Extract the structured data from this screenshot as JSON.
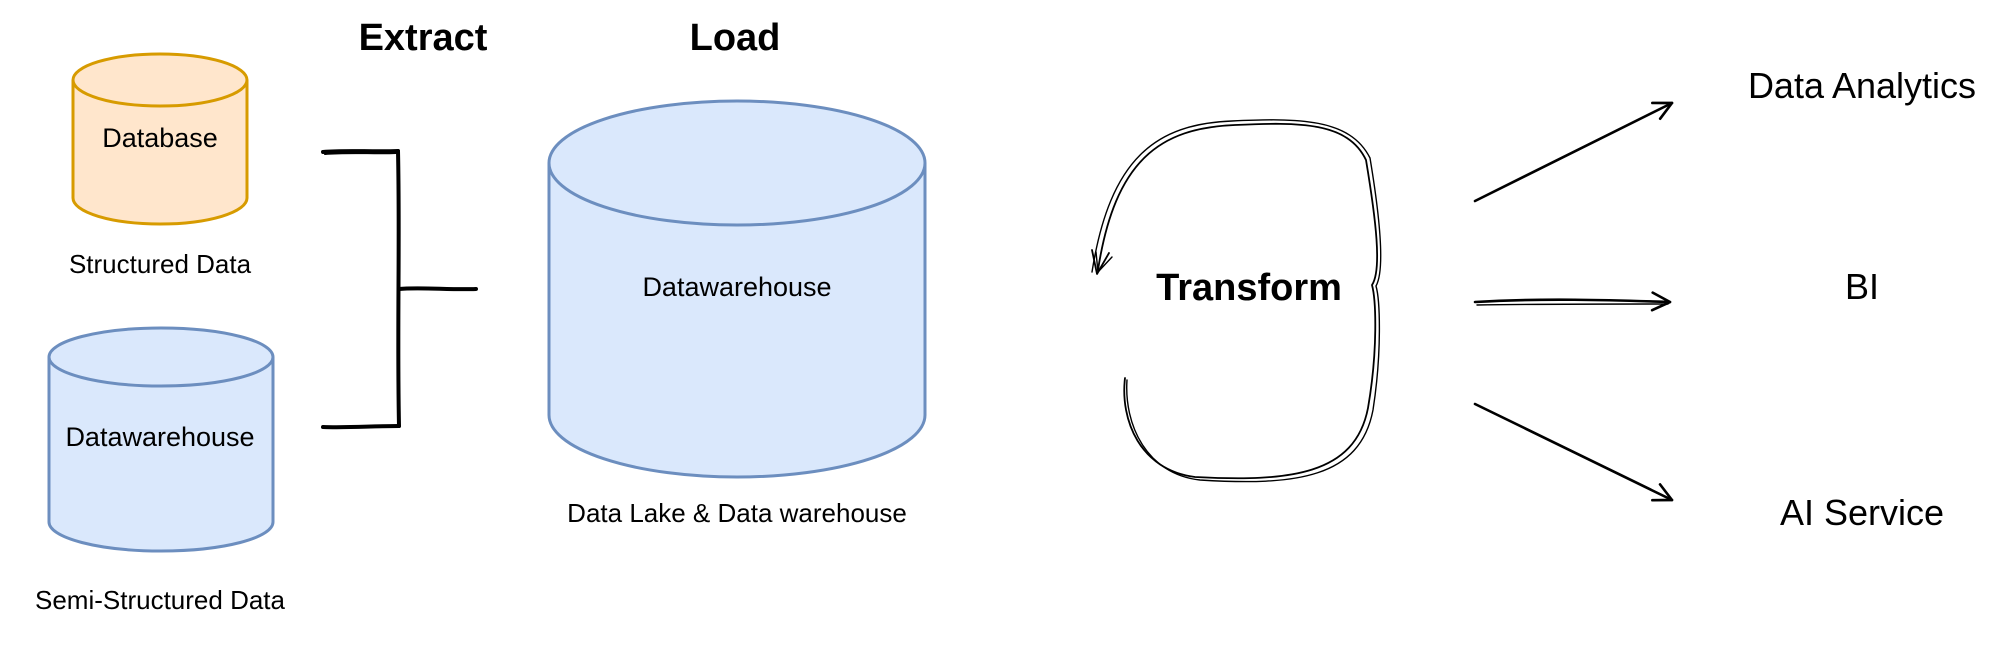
{
  "colors": {
    "orange_fill": "#ffe6cc",
    "orange_stroke": "#d79b00",
    "blue_fill": "#dae8fc",
    "blue_stroke": "#6c8ebf",
    "ink": "#000000"
  },
  "sources": {
    "database": {
      "label": "Database",
      "caption": "Structured Data"
    },
    "semi": {
      "label": "Datawarehouse",
      "caption": "Semi-Structured Data"
    }
  },
  "stages": {
    "extract": "Extract",
    "load": "Load",
    "transform": "Transform"
  },
  "warehouse": {
    "label": "Datawarehouse",
    "caption": "Data Lake & Data warehouse"
  },
  "outputs": {
    "analytics": "Data Analytics",
    "bi": "BI",
    "ai": "AI Service"
  }
}
